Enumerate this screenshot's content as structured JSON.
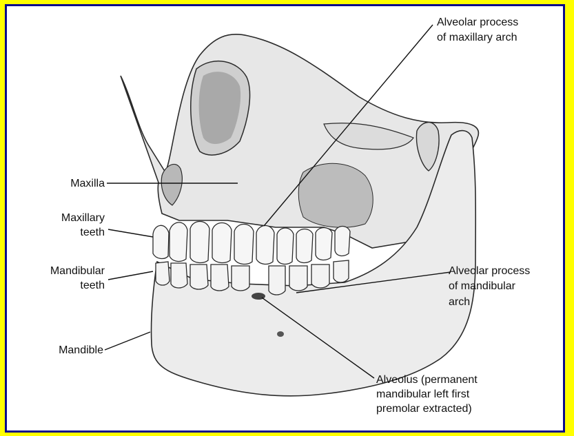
{
  "colors": {
    "border_yellow": "#ffff00",
    "inner_border": "#0a0a8c",
    "bone_fill": "#e7e7e7",
    "bone_shadow": "#b5b5b5",
    "outline": "#2a2a2a",
    "leader_line": "#111111"
  },
  "labels": {
    "maxilla": "Maxilla",
    "maxillary_teeth_1": "Maxillary",
    "maxillary_teeth_2": "teeth",
    "mandibular_teeth_1": "Mandibular",
    "mandibular_teeth_2": "teeth",
    "mandible": "Mandible",
    "alveolar_max_1": "Alveolar process",
    "alveolar_max_2": "of maxillary arch",
    "alveolar_mand_1": "Alveolar process",
    "alveolar_mand_2": "of mandibular",
    "alveolar_mand_3": "arch",
    "alveolus_1": "Alveolus (permanent",
    "alveolus_2": "mandibular left first",
    "alveolus_3": "premolar extracted)"
  }
}
